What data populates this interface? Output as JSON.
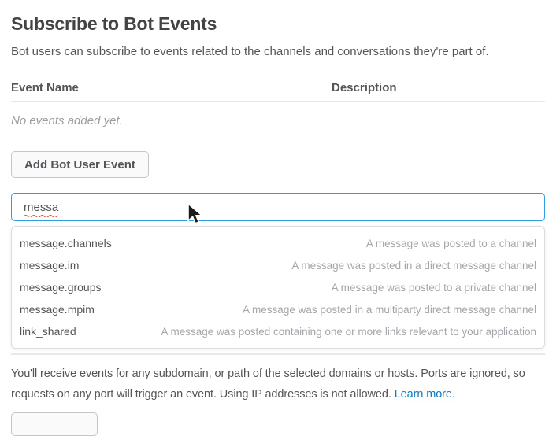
{
  "header": {
    "title": "Subscribe to Bot Events",
    "subtitle": "Bot users can subscribe to events related to the channels and conversations they're part of."
  },
  "table": {
    "headers": [
      "Event Name",
      "Description"
    ],
    "empty_message": "No events added yet."
  },
  "buttons": {
    "add_event": "Add Bot User Event"
  },
  "search": {
    "value": "messa"
  },
  "suggestions": [
    {
      "name": "message.channels",
      "description": "A message was posted to a channel"
    },
    {
      "name": "message.im",
      "description": "A message was posted in a direct message channel"
    },
    {
      "name": "message.groups",
      "description": "A message was posted to a private channel"
    },
    {
      "name": "message.mpim",
      "description": "A message was posted in a multiparty direct message channel"
    },
    {
      "name": "link_shared",
      "description": "A message was posted containing one or more links relevant to your application"
    }
  ],
  "footer": {
    "line1": "You'll receive events for any subdomain, or path of the selected domains or hosts. Ports are ignored, so",
    "line2": "requests on any port will trigger an event. Using IP addresses is not allowed.",
    "link_label": "Learn more."
  },
  "colors": {
    "heading": "#434245",
    "body_text": "#555459",
    "muted_text": "#9a9da2",
    "suggestion_desc": "#a3a6ab",
    "focus_border": "#2d9ee0",
    "link_blue": "#0b7ac0",
    "divider": "#e8e8e8",
    "squiggle_red": "#e8442e"
  }
}
